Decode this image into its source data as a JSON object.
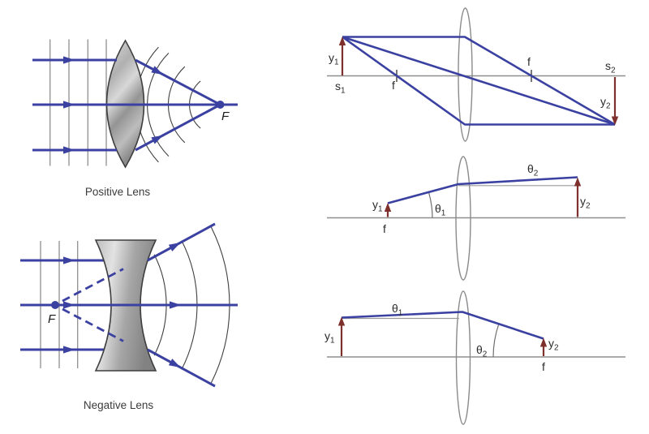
{
  "colors": {
    "ray_blue": "#3b41a1",
    "arrow_maroon": "#7d302c",
    "axis_gray": "#8f8f8f",
    "lens_outline": "#3e3e3e",
    "wavefront_gray": "#3f3f3f",
    "label_text": "#2b2b2b"
  },
  "positive_lens": {
    "caption": "Positive Lens",
    "focal_label": "F"
  },
  "negative_lens": {
    "caption": "Negative Lens",
    "focal_label": "F"
  },
  "conjugate_diagram": {
    "y1": "y",
    "y1_sub": "1",
    "s1": "s",
    "s1_sub": "1",
    "f_front": "f",
    "f_back": "f",
    "s2": "s",
    "s2_sub": "2",
    "y2": "y",
    "y2_sub": "2"
  },
  "object_at_focus_diagram": {
    "y1": "y",
    "y1_sub": "1",
    "f": "f",
    "theta1": "θ",
    "theta1_sub": "1",
    "theta2": "θ",
    "theta2_sub": "2",
    "y2": "y",
    "y2_sub": "2"
  },
  "image_at_focus_diagram": {
    "theta1": "θ",
    "theta1_sub": "1",
    "y1": "y",
    "y1_sub": "1",
    "theta2": "θ",
    "theta2_sub": "2",
    "y2": "y",
    "y2_sub": "2",
    "f": "f"
  }
}
